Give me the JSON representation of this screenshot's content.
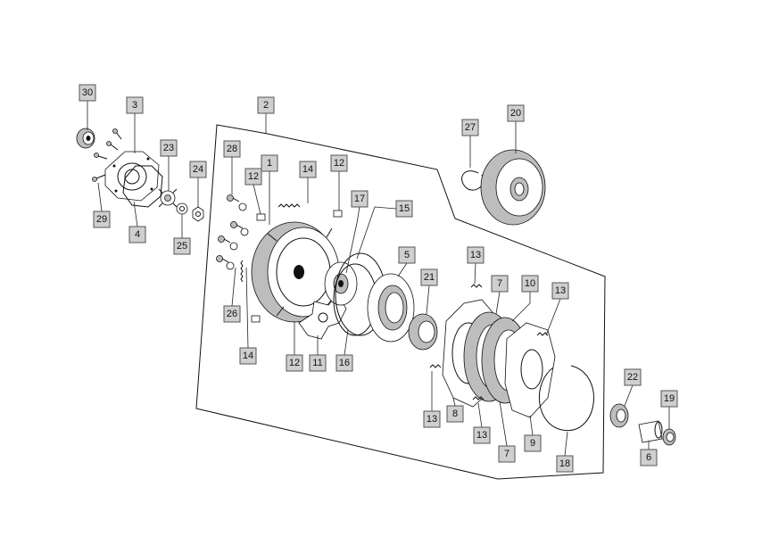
{
  "callouts": [
    {
      "id": "c30",
      "label": "30"
    },
    {
      "id": "c3",
      "label": "3"
    },
    {
      "id": "c2",
      "label": "2"
    },
    {
      "id": "c23",
      "label": "23"
    },
    {
      "id": "c24",
      "label": "24"
    },
    {
      "id": "c28",
      "label": "28"
    },
    {
      "id": "c1",
      "label": "1"
    },
    {
      "id": "c14a",
      "label": "14"
    },
    {
      "id": "c12a",
      "label": "12"
    },
    {
      "id": "c12b",
      "label": "12"
    },
    {
      "id": "c17",
      "label": "17"
    },
    {
      "id": "c15",
      "label": "15"
    },
    {
      "id": "c27",
      "label": "27"
    },
    {
      "id": "c20",
      "label": "20"
    },
    {
      "id": "c29",
      "label": "29"
    },
    {
      "id": "c4",
      "label": "4"
    },
    {
      "id": "c25",
      "label": "25"
    },
    {
      "id": "c5",
      "label": "5"
    },
    {
      "id": "c21",
      "label": "21"
    },
    {
      "id": "c13a",
      "label": "13"
    },
    {
      "id": "c7a",
      "label": "7"
    },
    {
      "id": "c10",
      "label": "10"
    },
    {
      "id": "c13b",
      "label": "13"
    },
    {
      "id": "c26",
      "label": "26"
    },
    {
      "id": "c14b",
      "label": "14"
    },
    {
      "id": "c12c",
      "label": "12"
    },
    {
      "id": "c11",
      "label": "11"
    },
    {
      "id": "c16",
      "label": "16"
    },
    {
      "id": "c22",
      "label": "22"
    },
    {
      "id": "c19",
      "label": "19"
    },
    {
      "id": "c13c",
      "label": "13"
    },
    {
      "id": "c8",
      "label": "8"
    },
    {
      "id": "c13d",
      "label": "13"
    },
    {
      "id": "c9",
      "label": "9"
    },
    {
      "id": "c7b",
      "label": "7"
    },
    {
      "id": "c18",
      "label": "18"
    },
    {
      "id": "c6",
      "label": "6"
    }
  ]
}
